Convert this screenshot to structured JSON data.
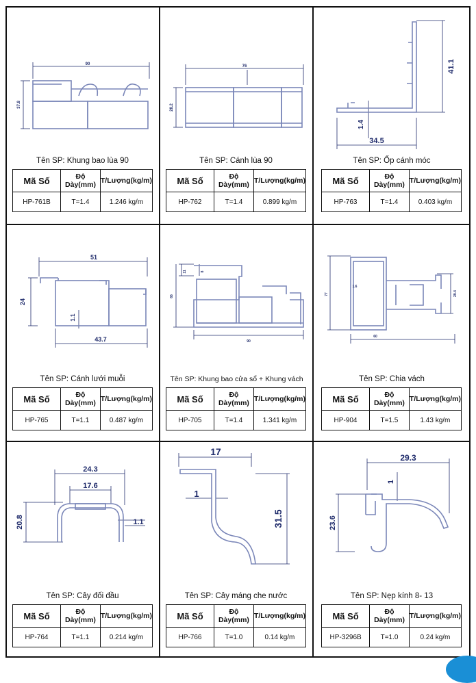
{
  "headers": {
    "code": "Mã Số",
    "thickness": "Độ Dày(mm)",
    "weight": "T/Lượng(kg/m)"
  },
  "products": [
    {
      "name": "Tên SP: Khung bao lùa 90",
      "code": "HP-761B",
      "thickness": "T=1.4",
      "weight": "1.246 kg/m",
      "dims": [
        "90",
        "37.8"
      ]
    },
    {
      "name": "Tên SP: Cánh lùa 90",
      "code": "HP-762",
      "thickness": "T=1.4",
      "weight": "0.899 kg/m",
      "dims": [
        "76",
        "28.2"
      ]
    },
    {
      "name": "Tên SP: Ốp cánh móc",
      "code": "HP-763",
      "thickness": "T=1.4",
      "weight": "0.403 kg/m",
      "dims": [
        "41.1",
        "1.4",
        "34.5"
      ]
    },
    {
      "name": "Tên SP: Cánh lưới muỗi",
      "code": "HP-765",
      "thickness": "T=1.1",
      "weight": "0.487 kg/m",
      "dims": [
        "51",
        "24",
        "1.1",
        "43.7"
      ]
    },
    {
      "name": "Tên SP: Khung bao cửa sổ + Khung vách",
      "code": "HP-705",
      "thickness": "T=1.4",
      "weight": "1.341 kg/m",
      "dims": [
        "11",
        "8",
        "65",
        "90"
      ]
    },
    {
      "name": "Tên SP: Chia vách",
      "code": "HP-904",
      "thickness": "T=1.5",
      "weight": "1.43 kg/m",
      "dims": [
        "77",
        "1.6",
        "29.4",
        "60"
      ]
    },
    {
      "name": "Tên SP: Cây đối đầu",
      "code": "HP-764",
      "thickness": "T=1.1",
      "weight": "0.214 kg/m",
      "dims": [
        "24.3",
        "17.6",
        "20.8",
        "1.1"
      ]
    },
    {
      "name": "Tên SP: Cây máng che nước",
      "code": "HP-766",
      "thickness": "T=1.0",
      "weight": "0.14 kg/m",
      "dims": [
        "17",
        "1",
        "31.5"
      ]
    },
    {
      "name": "Tên SP: Nẹp kính 8- 13",
      "code": "HP-3296B",
      "thickness": "T=1.0",
      "weight": "0.24 kg/m",
      "dims": [
        "29.3",
        "1",
        "23.6"
      ]
    }
  ],
  "colors": {
    "line": "#1f2b6b",
    "profile": "#7a86b8",
    "border": "#111111",
    "accent": "#1a8fd6"
  }
}
